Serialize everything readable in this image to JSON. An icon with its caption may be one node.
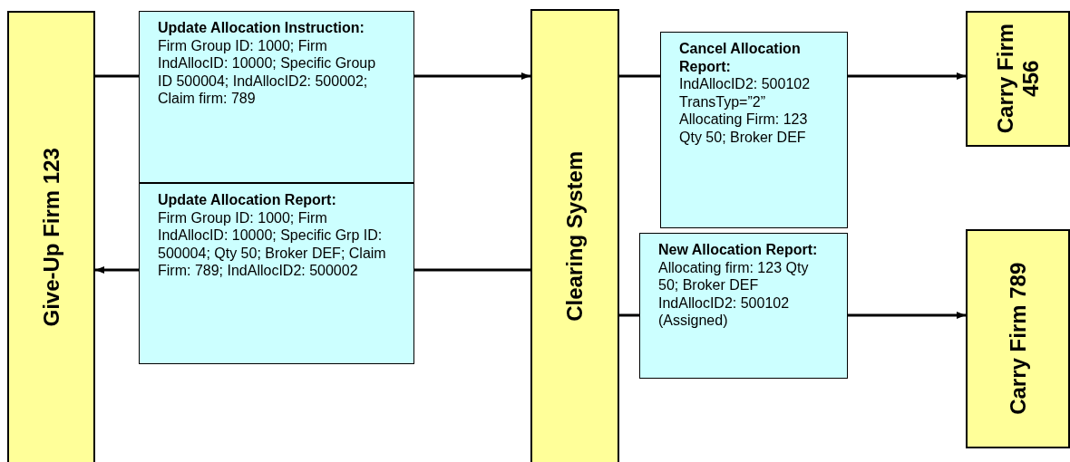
{
  "diagram": {
    "nodes": [
      {
        "text": [
          "Give-Up Firm 123"
        ]
      },
      {
        "text": [
          "Update Allocation Instruction:",
          "Firm Group ID: 1000; Firm IndAllocID: 10000; Specific Group ID 500004; IndAllocID2: 500002; Claim firm: 789"
        ]
      },
      {
        "text": [
          "Update Allocation Report:",
          "Firm Group ID: 1000; Firm IndAllocID: 10000; Specific Grp ID: 500004; Qty 50; Broker DEF; Claim Firm: 789; IndAllocID2: 500002"
        ]
      },
      {
        "text": [
          "Clearing System"
        ]
      },
      {
        "text": [
          "Cancel Allocation Report:",
          "IndAllocID2: 500102 TransTyp=”2” Allocating Firm: 123 Qty 50; Broker DEF"
        ]
      },
      {
        "text": [
          "Carry Firm 456"
        ]
      },
      {
        "text": [
          "New Allocation Report:",
          "Allocating firm: 123 Qty 50; Broker DEF IndAllocID2: 500102 (Assigned)"
        ]
      },
      {
        "text": [
          "Carry Firm 789"
        ]
      }
    ],
    "edges": [
      {
        "from": 0,
        "to": 1,
        "arrow": "none"
      },
      {
        "from": 1,
        "to": 3,
        "arrow": "to"
      },
      {
        "from": 3,
        "to": 2,
        "arrow": "none"
      },
      {
        "from": 2,
        "to": 0,
        "arrow": "to"
      },
      {
        "from": 3,
        "to": 4,
        "arrow": "none"
      },
      {
        "from": 4,
        "to": 5,
        "arrow": "to"
      },
      {
        "from": 3,
        "to": 6,
        "arrow": "none"
      },
      {
        "from": 6,
        "to": 7,
        "arrow": "to"
      }
    ]
  }
}
